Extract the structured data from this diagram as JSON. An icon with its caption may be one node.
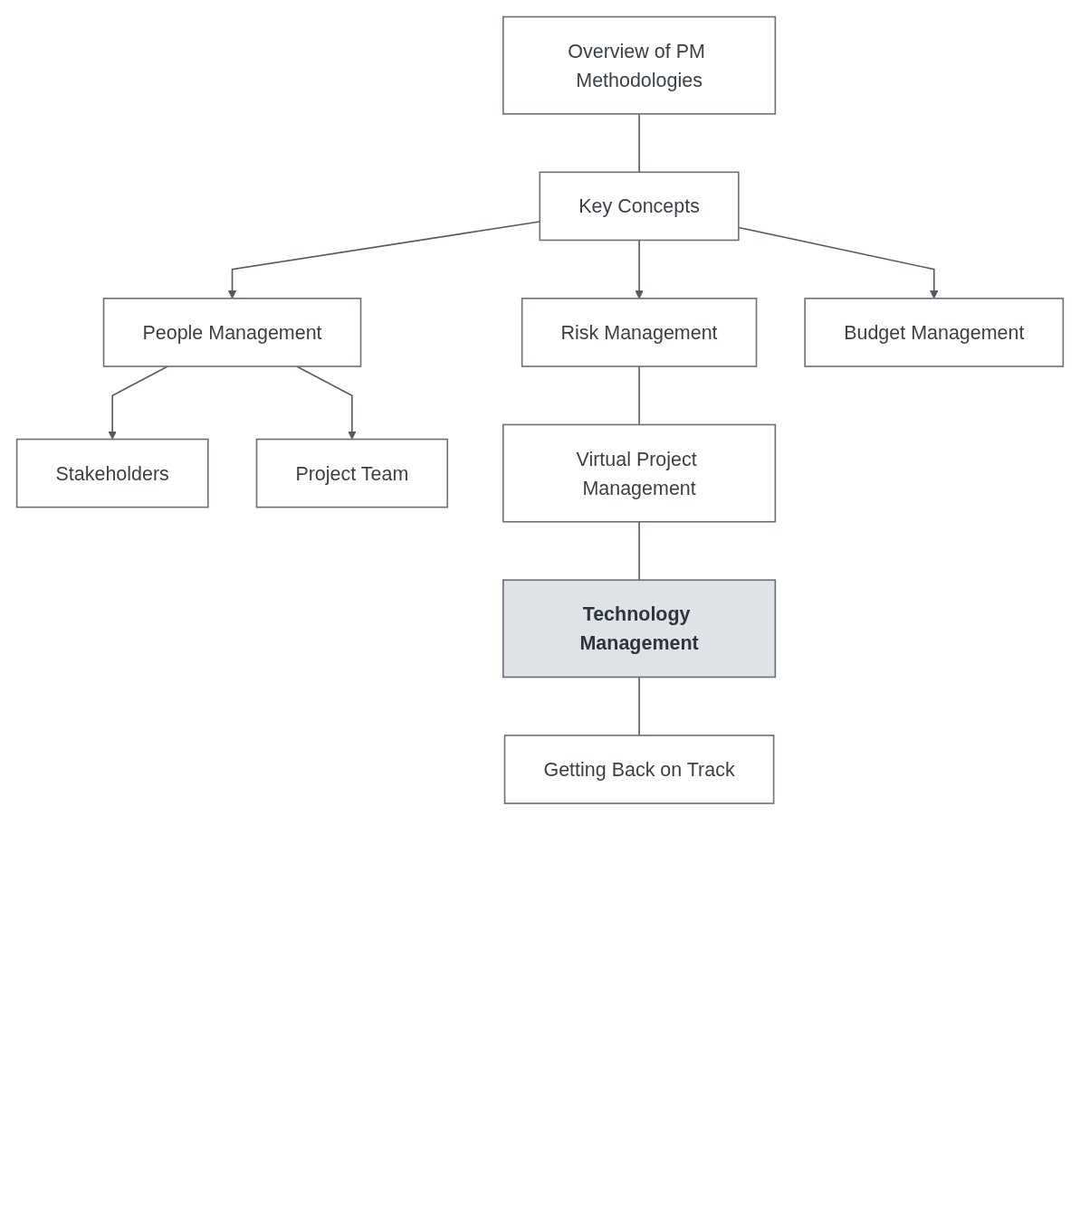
{
  "diagram": {
    "nodes": [
      {
        "text": [
          "Overview of PM Methodologies"
        ]
      },
      {
        "text": [
          "Key Concepts"
        ]
      },
      {
        "text": [
          "People Management"
        ]
      },
      {
        "text": [
          "Risk Management"
        ]
      },
      {
        "text": [
          "Budget Management"
        ]
      },
      {
        "text": [
          "Stakeholders"
        ]
      },
      {
        "text": [
          "Project Team"
        ]
      },
      {
        "text": [
          "Virtual Project Management"
        ]
      },
      {
        "text": [
          "Technology Management"
        ]
      },
      {
        "text": [
          "Getting Back on Track"
        ]
      }
    ],
    "edges": [
      {
        "from": 0,
        "to": 1,
        "arrow": "none"
      },
      {
        "from": 1,
        "to": 2,
        "arrow": "to"
      },
      {
        "from": 1,
        "to": 3,
        "arrow": "to"
      },
      {
        "from": 1,
        "to": 4,
        "arrow": "to"
      },
      {
        "from": 2,
        "to": 5,
        "arrow": "to"
      },
      {
        "from": 2,
        "to": 6,
        "arrow": "to"
      },
      {
        "from": 3,
        "to": 7,
        "arrow": "none"
      },
      {
        "from": 7,
        "to": 8,
        "arrow": "none"
      },
      {
        "from": 8,
        "to": 9,
        "arrow": "none"
      }
    ]
  }
}
